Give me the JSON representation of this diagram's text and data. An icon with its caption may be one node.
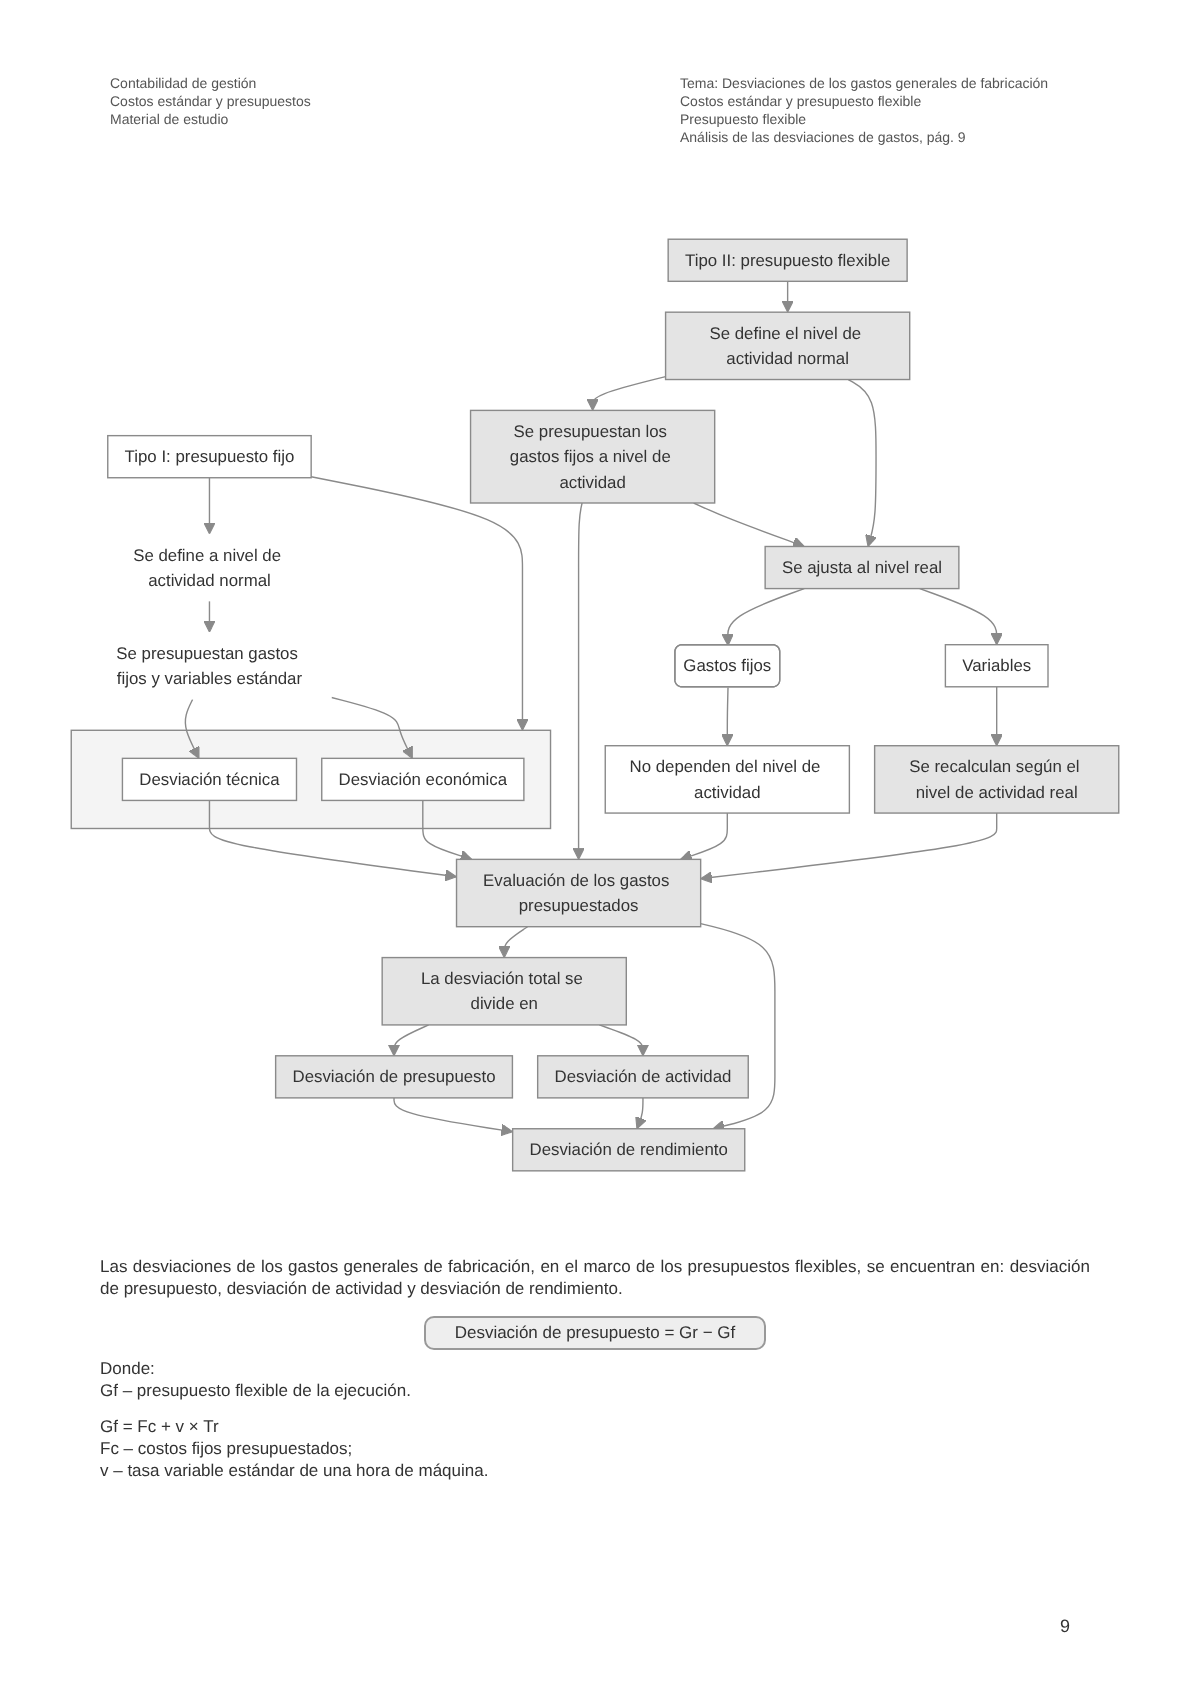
{
  "diagram": {
    "nodes": [
      {
        "text": [
          "Tipo I: presupuesto fijo"
        ]
      },
      {
        "text": [
          "Se define a nivel de actividad normal"
        ]
      },
      {
        "text": [
          "Se presupuestan gastos fijos y variables estándar"
        ]
      },
      {
        "text": [],
        "shape": "box"
      },
      {
        "text": [
          "Desviación técnica"
        ],
        "in": 3
      },
      {
        "text": [
          "Desviación económica"
        ],
        "in": 3
      },
      {
        "text": [
          "Tipo II: presupuesto flexible"
        ]
      },
      {
        "text": [
          "Se define el nivel de actividad normal"
        ]
      },
      {
        "text": [
          "Se presupuestan los gastos fijos a nivel de actividad"
        ]
      },
      {
        "text": [
          "Se ajusta al nivel real"
        ]
      },
      {
        "text": [
          "Gastos fijos"
        ]
      },
      {
        "text": [
          "Variables"
        ]
      },
      {
        "text": [
          "No dependen del nivel de actividad"
        ]
      },
      {
        "text": [
          "Se recalculan según el nivel de actividad real"
        ]
      },
      {
        "text": [
          "Evaluación de los gastos presupuestados"
        ]
      },
      {
        "text": [
          "La desviación total se divide en"
        ]
      },
      {
        "text": [
          "Desviación de presupuesto"
        ]
      },
      {
        "text": [
          "Desviación de actividad"
        ]
      },
      {
        "text": [
          "Desviación de rendimiento"
        ]
      }
    ],
    "edges": [
      {
        "from": 0,
        "to": 1,
        "arrow": "to"
      },
      {
        "from": 0,
        "to": 3,
        "arrow": "to"
      },
      {
        "from": 1,
        "to": 2,
        "arrow": "to"
      },
      {
        "from": 2,
        "to": 4,
        "arrow": "to"
      },
      {
        "from": 2,
        "to": 5,
        "arrow": "to"
      },
      {
        "from": 4,
        "to": 14,
        "arrow": "to"
      },
      {
        "from": 5,
        "to": 14,
        "arrow": "to"
      },
      {
        "from": 6,
        "to": 7,
        "arrow": "to"
      },
      {
        "from": 7,
        "to": 8,
        "arrow": "to"
      },
      {
        "from": 8,
        "to": 14,
        "arrow": "to"
      },
      {
        "from": 7,
        "to": 9,
        "arrow": "to"
      },
      {
        "from": 8,
        "to": 9,
        "arrow": "to"
      },
      {
        "from": 9,
        "to": 10,
        "arrow": "to"
      },
      {
        "from": 9,
        "to": 11,
        "arrow": "to"
      },
      {
        "from": 10,
        "to": 12,
        "arrow": "to"
      },
      {
        "from": 11,
        "to": 13,
        "arrow": "to"
      },
      {
        "from": 12,
        "to": 14,
        "arrow": "to"
      },
      {
        "from": 13,
        "to": 14,
        "arrow": "to"
      },
      {
        "from": 14,
        "to": 15,
        "arrow": "to"
      },
      {
        "from": 15,
        "to": 16,
        "arrow": "to"
      },
      {
        "from": 15,
        "to": 17,
        "arrow": "to"
      },
      {
        "from": 14,
        "to": 18,
        "arrow": "to"
      },
      {
        "from": 16,
        "to": 18,
        "arrow": "to"
      },
      {
        "from": 17,
        "to": 18,
        "arrow": "to"
      }
    ],
    "labels": [
      "Contabilidad de gestión",
      "Costos estándar y presupuestos",
      "Material de estudio",
      "Tema: Desviaciones de los gastos generales de fabricación",
      "Costos estándar y presupuesto flexible",
      "Presupuesto flexible",
      "Análisis de las desviaciones de gastos, pág. 9",
      "Las desviaciones de los gastos generales de fabricación, en el marco de los presupuestos flexibles, se encuentran en: desviación de presupuesto, desviación de actividad y desviación de rendimiento.",
      "Desviación de presupuesto = Gr − Gf",
      "Donde:",
      "Gf – presupuesto flexible de la ejecución.",
      "Gf = Fc + v × Tr",
      "Fc – costos fijos presupuestados;",
      "v – tasa variable estándar de una hora de máquina.",
      "9"
    ]
  }
}
